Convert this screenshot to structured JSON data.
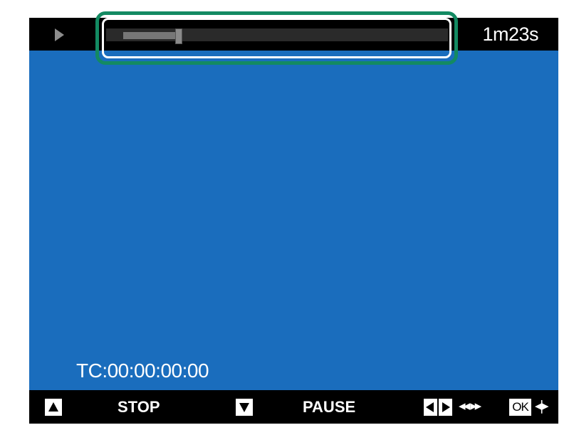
{
  "topbar": {
    "play_icon": "play-icon",
    "time_remaining": "1m23s",
    "progress_fraction": 0.16
  },
  "video": {
    "timecode": "TC:00:00:00:00",
    "background_color": "#1a6dbd"
  },
  "highlight_color": "#138a62",
  "controls": {
    "stop_icon": "up-arrow-button-icon",
    "stop_label": "STOP",
    "pause_icon": "down-arrow-button-icon",
    "pause_label": "PAUSE",
    "seek_icon": "left-right-button-icon",
    "seek_glyphs": "◂◂ ▸▸",
    "ok_label": "OK",
    "volume_glyph": "◂|▸"
  }
}
